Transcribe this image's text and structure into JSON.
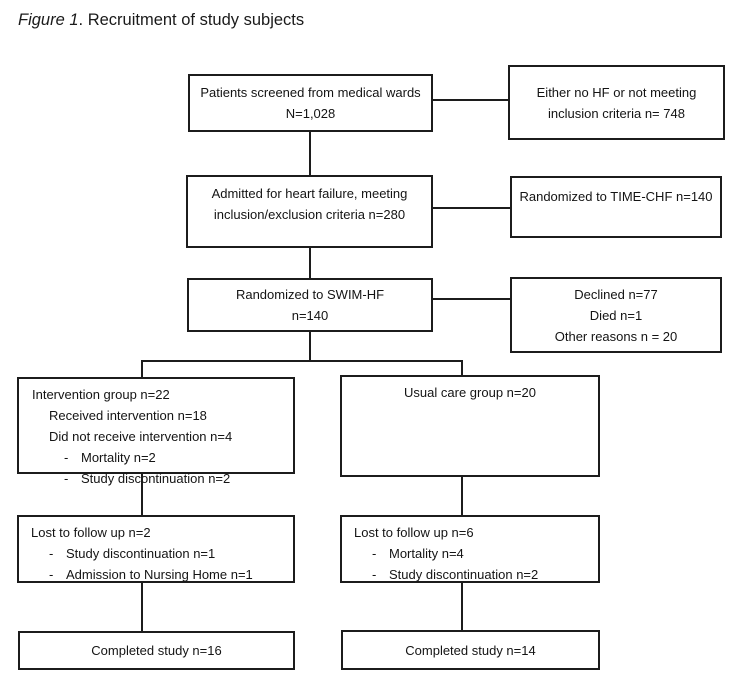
{
  "title": {
    "prefix": "Figure 1",
    "suffix": ". Recruitment of study subjects"
  },
  "misc": {
    "dash": "-"
  },
  "colors": {
    "line": "#1c1c1c",
    "background": "#ffffff",
    "text": "#141414"
  },
  "boxes": {
    "screened": {
      "lines": [
        "Patients screened from medical wards",
        "N=1,028"
      ]
    },
    "excluded": {
      "lines": [
        "Either no HF or not meeting",
        "inclusion criteria n= 748"
      ]
    },
    "admitted": {
      "lines": [
        "Admitted for heart failure, meeting",
        "inclusion/exclusion criteria n=280"
      ]
    },
    "timechf": {
      "lines": [
        "Randomized to TIME-CHF n=140"
      ]
    },
    "swimhf": {
      "lines": [
        "Randomized to SWIM-HF",
        "n=140"
      ]
    },
    "declined": {
      "lines": [
        "Declined n=77",
        "Died n=1",
        "Other reasons n = 20"
      ]
    },
    "intervention": {
      "title": "Intervention group n=22",
      "sub1": "Received intervention n=18",
      "sub2": "Did not receive intervention n=4",
      "bullets": [
        "Mortality n=2",
        "Study discontinuation n=2"
      ]
    },
    "usualcare": {
      "lines": [
        "Usual care group n=20"
      ]
    },
    "lost_left": {
      "title": "Lost to follow up n=2",
      "bullets": [
        "Study discontinuation n=1",
        "Admission to Nursing Home n=1"
      ]
    },
    "lost_right": {
      "title": "Lost to follow up n=6",
      "bullets": [
        "Mortality n=4",
        "Study discontinuation n=2"
      ]
    },
    "completed_left": {
      "lines": [
        "Completed study n=16"
      ]
    },
    "completed_right": {
      "lines": [
        "Completed study n=14"
      ]
    }
  }
}
